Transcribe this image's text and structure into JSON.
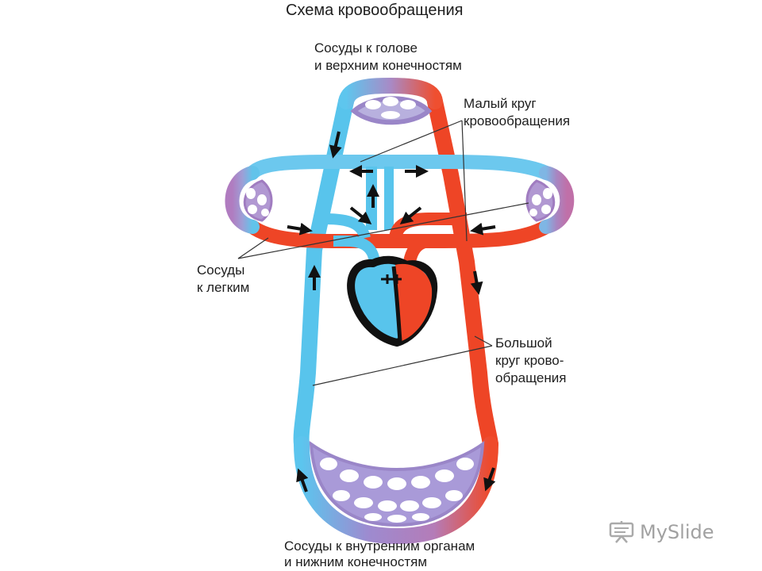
{
  "title": "Схема кровообращения",
  "labels": {
    "head_vessels": [
      "Сосуды к голове",
      "и верхним конечностям"
    ],
    "pulmonary_circle": [
      "Малый круг",
      "кровообращения"
    ],
    "lung_vessels": [
      "Сосуды",
      "к легким"
    ],
    "systemic_circle": [
      "Большой",
      "круг крово-",
      "обращения"
    ],
    "organ_vessels": [
      "Сосуды к внутренним органам",
      "и нижним конечностям"
    ]
  },
  "watermark": "MySlide",
  "colors": {
    "venous": "#58c4ec",
    "arterial": "#ee4526",
    "capillary": "#9a7cc4",
    "heart_outline": "#111111",
    "arrow": "#111111"
  }
}
